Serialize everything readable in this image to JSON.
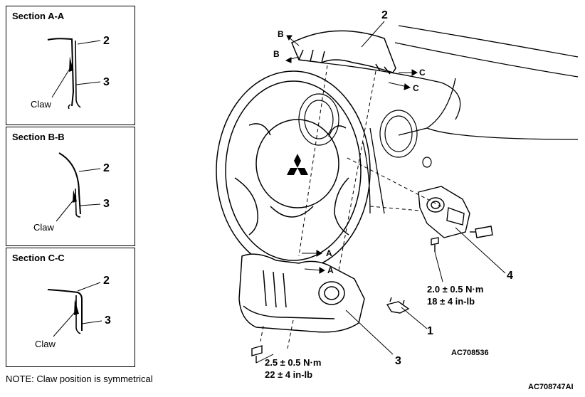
{
  "sections": [
    {
      "title": "Section A-A",
      "label_2": "2",
      "label_3": "3",
      "claw": "Claw"
    },
    {
      "title": "Section B-B",
      "label_2": "2",
      "label_3": "3",
      "claw": "Claw"
    },
    {
      "title": "Section C-C",
      "label_2": "2",
      "label_3": "3",
      "claw": "Claw"
    }
  ],
  "note": "NOTE: Claw position is symmetrical",
  "parts": {
    "p1": "1",
    "p2": "2",
    "p3": "3",
    "p4": "4"
  },
  "view_letters": {
    "b1": "B",
    "b2": "B",
    "c1": "C",
    "c2": "C",
    "a1": "A",
    "a2": "A"
  },
  "torques": {
    "cover": {
      "metric": "2.5 ± 0.5 N·m",
      "imperial": "22 ± 4 in-lb"
    },
    "switch": {
      "metric": "2.0 ± 0.5 N·m",
      "imperial": "18 ± 4 in-lb"
    }
  },
  "codes": {
    "inner": "AC708536",
    "outer": "AC708747AI"
  }
}
